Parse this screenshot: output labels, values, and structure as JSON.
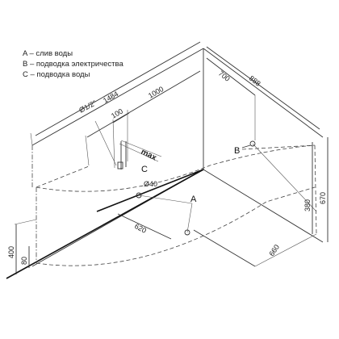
{
  "legend": {
    "a": "A – слив воды",
    "b": "B – подводка электричества",
    "c": "C – подводка воды"
  },
  "markers": {
    "a": "A",
    "b": "B",
    "c": "C"
  },
  "dimensions": {
    "d1484": "1484",
    "d1000": "1000",
    "d100": "100",
    "d700": "700",
    "d888": "888",
    "d380": "380",
    "d670": "670",
    "d660": "660",
    "d620": "620",
    "d400": "400",
    "d80": "80",
    "max": "max",
    "pipe": "Ø1/2\"",
    "drain": "Ø40"
  }
}
